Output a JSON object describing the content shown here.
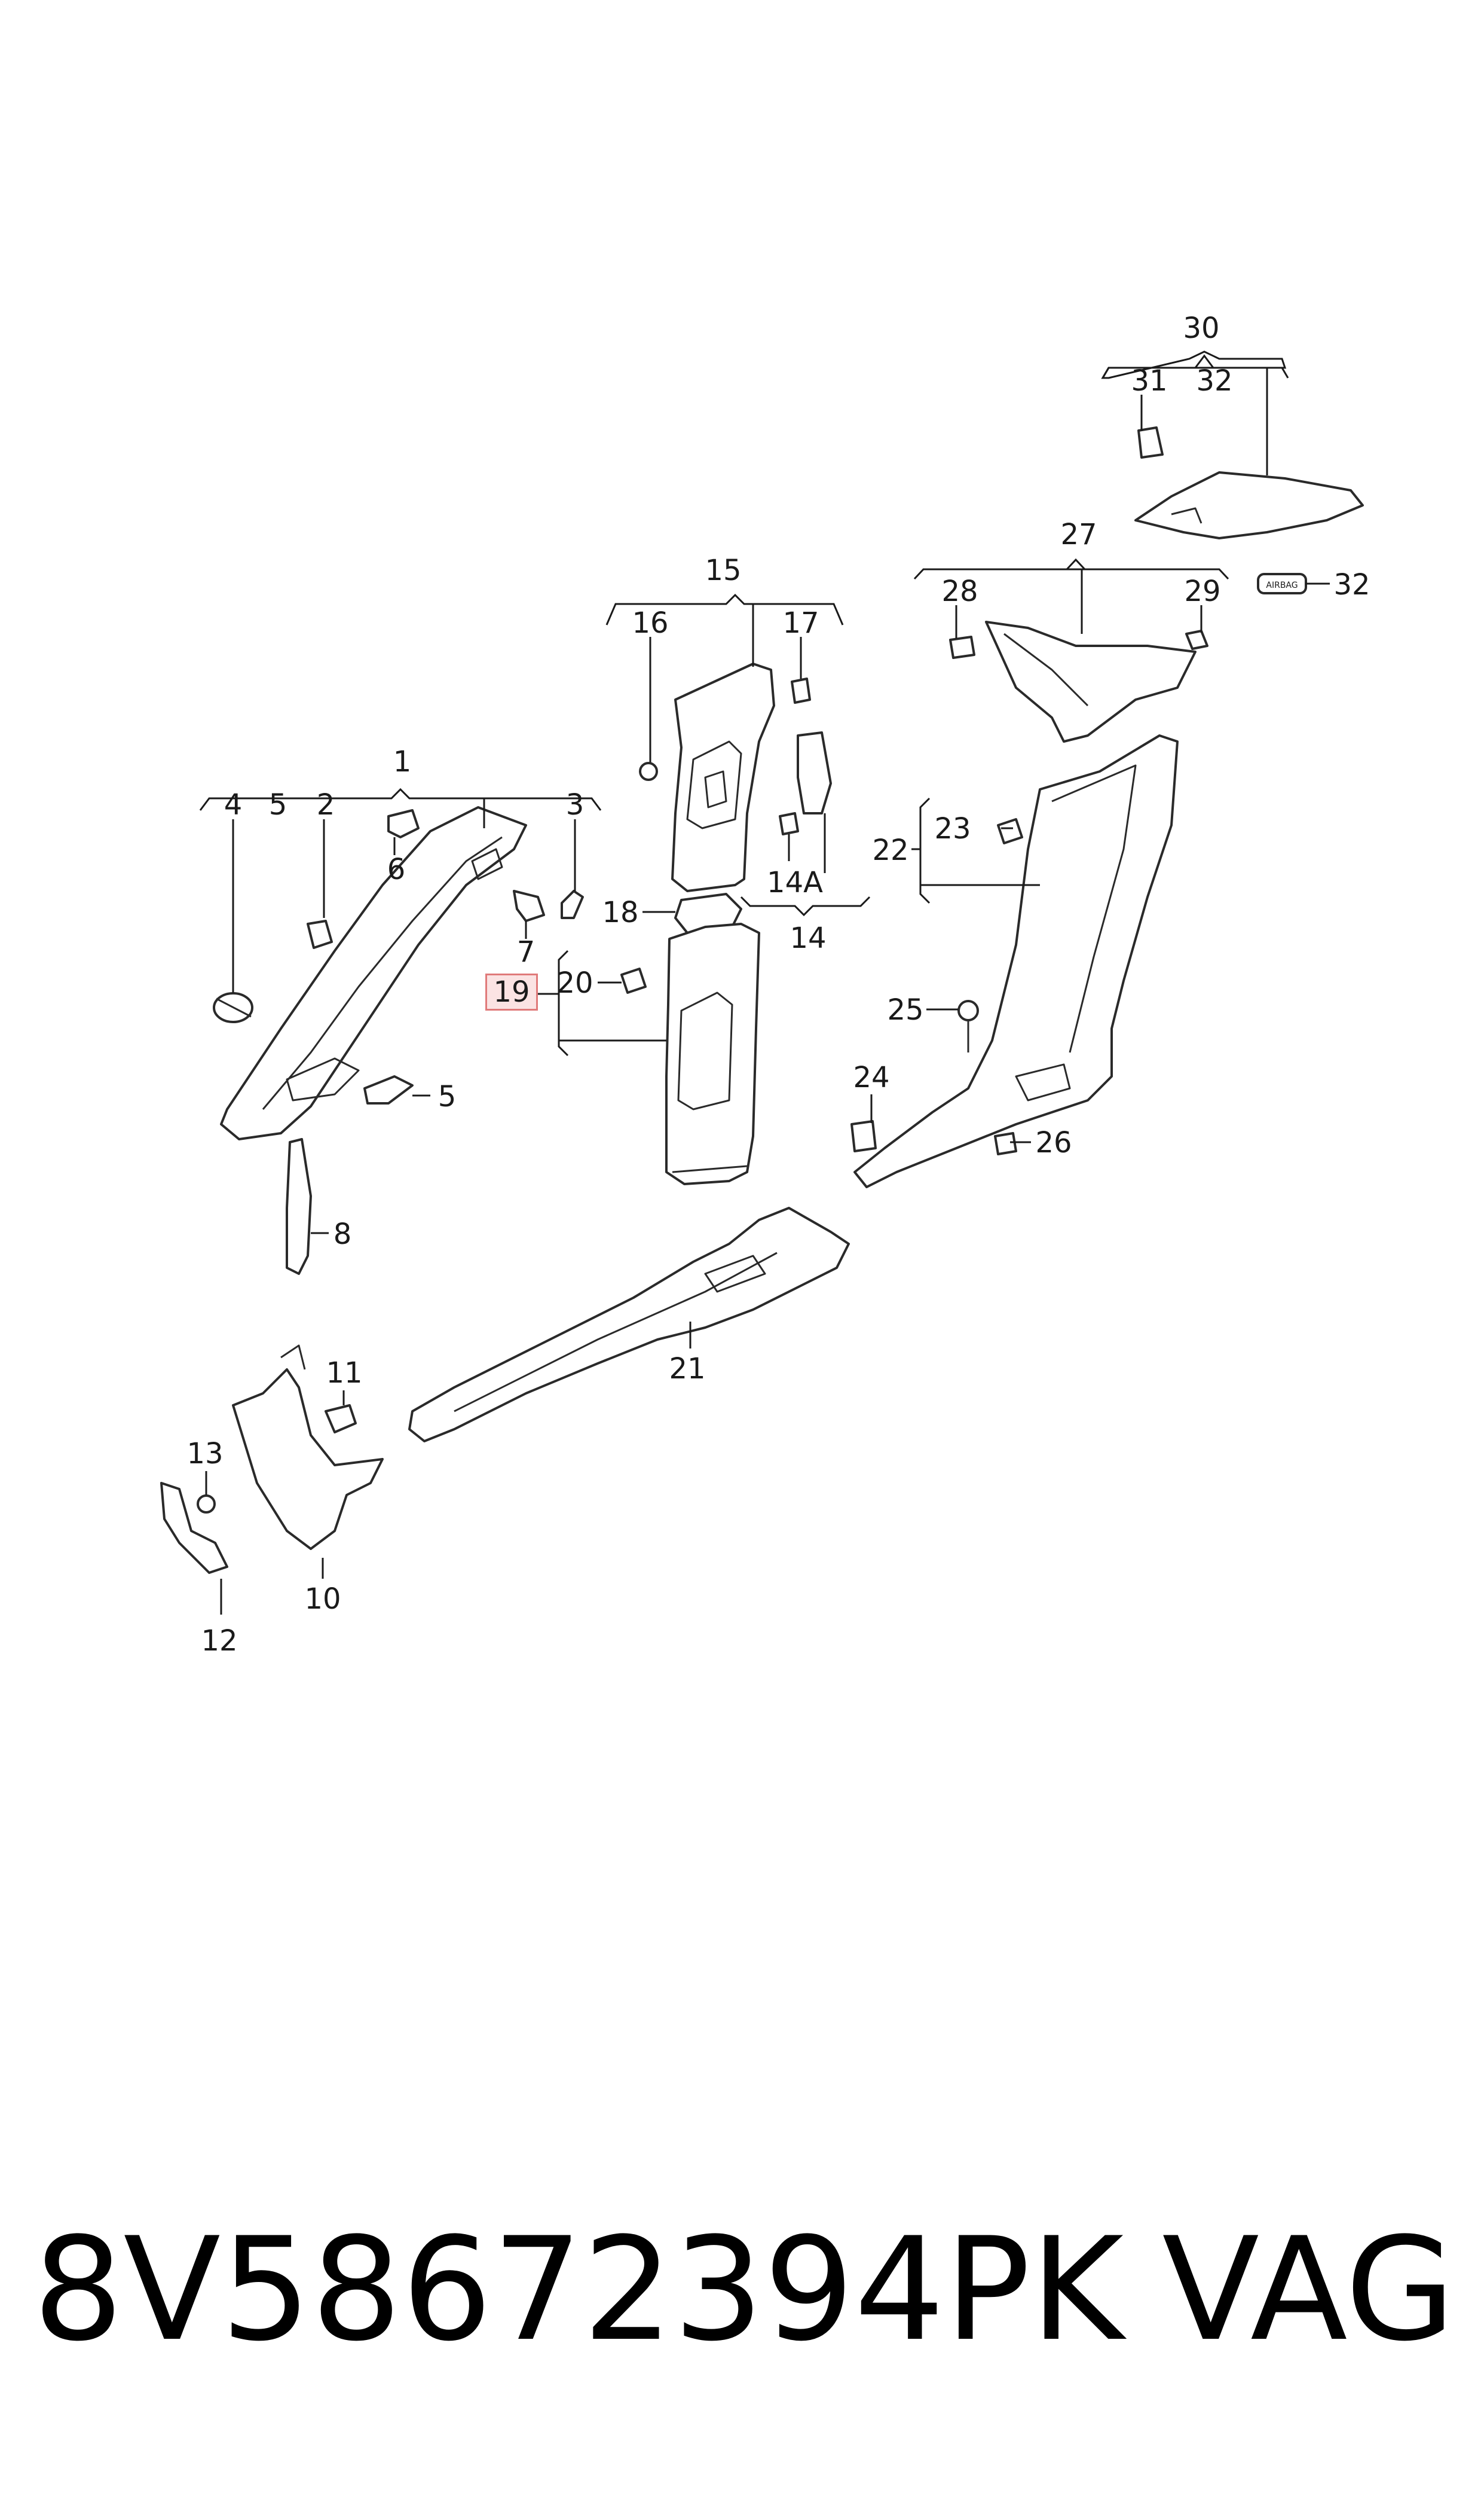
{
  "diagram": {
    "callouts": {
      "c1": "1",
      "c2": "2",
      "c3": "3",
      "c4": "4",
      "c5a": "5",
      "c5b": "5",
      "c6": "6",
      "c7": "7",
      "c8": "8",
      "c10": "10",
      "c11": "11",
      "c12": "12",
      "c13": "13",
      "c14": "14",
      "c14a": "14A",
      "c15": "15",
      "c16": "16",
      "c17": "17",
      "c18": "18",
      "c19": "19",
      "c20": "20",
      "c21": "21",
      "c22": "22",
      "c23": "23",
      "c24": "24",
      "c25": "25",
      "c26": "26",
      "c27": "27",
      "c28": "28",
      "c29": "29",
      "c30": "30",
      "c31": "31",
      "c32a": "32",
      "c32b": "32"
    },
    "airbag_tag": "AIRBAG",
    "highlighted_callout": "19"
  },
  "footer": {
    "part_number": "8V58672394PK",
    "brand": "VAG"
  }
}
